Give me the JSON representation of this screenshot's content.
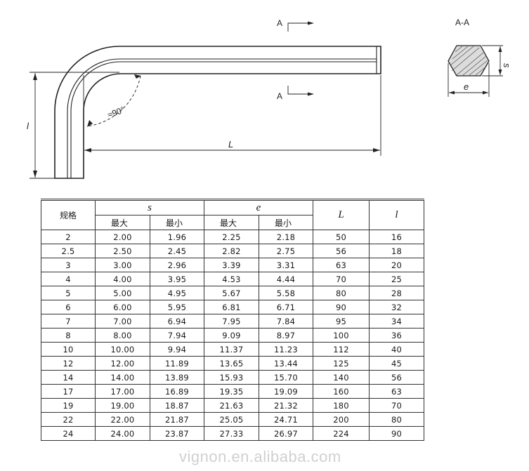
{
  "drawing": {
    "section_mark": "A",
    "section_title": "A-A",
    "angle_label": "≈90°",
    "dim_L": "L",
    "dim_l": "l",
    "dim_s": "s",
    "dim_e": "e"
  },
  "table": {
    "headers": {
      "spec": "规格",
      "s": "s",
      "e": "e",
      "L": "L",
      "l": "l",
      "max": "最大",
      "min": "最小"
    },
    "rows": [
      [
        "2",
        "2.00",
        "1.96",
        "2.25",
        "2.18",
        "50",
        "16"
      ],
      [
        "2.5",
        "2.50",
        "2.45",
        "2.82",
        "2.75",
        "56",
        "18"
      ],
      [
        "3",
        "3.00",
        "2.96",
        "3.39",
        "3.31",
        "63",
        "20"
      ],
      [
        "4",
        "4.00",
        "3.95",
        "4.53",
        "4.44",
        "70",
        "25"
      ],
      [
        "5",
        "5.00",
        "4.95",
        "5.67",
        "5.58",
        "80",
        "28"
      ],
      [
        "6",
        "6.00",
        "5.95",
        "6.81",
        "6.71",
        "90",
        "32"
      ],
      [
        "7",
        "7.00",
        "6.94",
        "7.95",
        "7.84",
        "95",
        "34"
      ],
      [
        "8",
        "8.00",
        "7.94",
        "9.09",
        "8.97",
        "100",
        "36"
      ],
      [
        "10",
        "10.00",
        "9.94",
        "11.37",
        "11.23",
        "112",
        "40"
      ],
      [
        "12",
        "12.00",
        "11.89",
        "13.65",
        "13.44",
        "125",
        "45"
      ],
      [
        "14",
        "14.00",
        "13.89",
        "15.93",
        "15.70",
        "140",
        "56"
      ],
      [
        "17",
        "17.00",
        "16.89",
        "19.35",
        "19.09",
        "160",
        "63"
      ],
      [
        "19",
        "19.00",
        "18.87",
        "21.63",
        "21.32",
        "180",
        "70"
      ],
      [
        "22",
        "22.00",
        "21.87",
        "25.05",
        "24.71",
        "200",
        "80"
      ],
      [
        "24",
        "24.00",
        "23.87",
        "27.33",
        "26.97",
        "224",
        "90"
      ]
    ]
  },
  "watermark": "vignon.en.alibaba.com"
}
